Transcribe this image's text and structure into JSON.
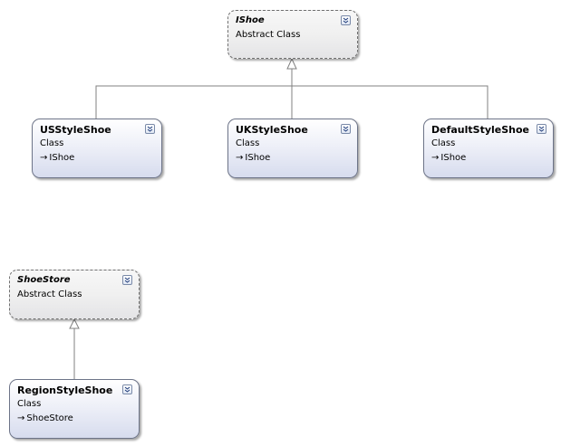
{
  "diagram": {
    "classes": [
      {
        "id": "ishoe",
        "name": "IShoe",
        "kind": "Abstract Class",
        "abstract": true,
        "implements": ""
      },
      {
        "id": "usstyleshoe",
        "name": "USStyleShoe",
        "kind": "Class",
        "abstract": false,
        "implements": "IShoe"
      },
      {
        "id": "ukstyleshoe",
        "name": "UKStyleShoe",
        "kind": "Class",
        "abstract": false,
        "implements": "IShoe"
      },
      {
        "id": "defaultstyleshoe",
        "name": "DefaultStyleShoe",
        "kind": "Class",
        "abstract": false,
        "implements": "IShoe"
      },
      {
        "id": "shoestore",
        "name": "ShoeStore",
        "kind": "Abstract Class",
        "abstract": true,
        "implements": ""
      },
      {
        "id": "regionstyleshoe",
        "name": "RegionStyleShoe",
        "kind": "Class",
        "abstract": false,
        "implements": "ShoeStore"
      }
    ],
    "inheritance": [
      {
        "from": "USStyleShoe",
        "to": "IShoe"
      },
      {
        "from": "UKStyleShoe",
        "to": "IShoe"
      },
      {
        "from": "DefaultStyleShoe",
        "to": "IShoe"
      },
      {
        "from": "RegionStyleShoe",
        "to": "ShoeStore"
      }
    ],
    "implements_arrow_icon": "arrow-right-icon",
    "expander_icon": "double-chevron-down-icon",
    "colors": {
      "connector": "#808080",
      "concrete_border": "#6d7488",
      "abstract_border": "#707070"
    }
  }
}
